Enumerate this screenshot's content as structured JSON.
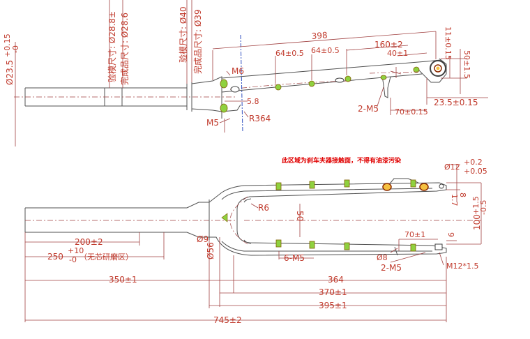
{
  "colors": {
    "dimension": "#c0392b",
    "outline": "#505050",
    "hole_fill": "#8fd13f",
    "note": "#e00000"
  },
  "top_view": {
    "steerer_dia": "Ø23.5",
    "steerer_tol_plus": "+0.15",
    "steerer_tol_minus": "-0",
    "mold_size_1": "验模尺寸: Ø28.8±",
    "finish_size_1": "完成品尺寸: Ø28.6",
    "mold_size_2": "验模尺寸: Ø40",
    "finish_size_2": "完成品尺寸: Ø39",
    "length_398": "398",
    "d_64a": "64±0.5",
    "d_64b": "64±0.5",
    "d_160": "160±2",
    "d_40": "40±1",
    "d_11": "11±0.15",
    "d_50": "50±1.5",
    "m6": "M6",
    "d_5_8": "5.8",
    "r364": "R364",
    "m5": "M5",
    "m5x2": "2-M5",
    "d_70": "70±0.15",
    "d_23_5": "23.5±0.15"
  },
  "bottom_view": {
    "note": "此区域为刹车夹器接触面，不得有油漆污染",
    "d_12": "Ø12",
    "d_12_plus": "+0.2",
    "d_12_minus": "+0.05",
    "d_1_7": "1.7",
    "d_8": "8",
    "r6": "R6",
    "d_50": "50",
    "d_100": "100",
    "d_100_plus": "+1.5",
    "d_100_minus": "-0.5",
    "d_70": "70±1",
    "d_9": "9",
    "phi_9": "Ø9",
    "phi_56": "Ø56",
    "m5x6": "6-M5",
    "phi_8": "Ø8",
    "m5x2": "2-M5",
    "m12": "M12*1.5",
    "d_200": "200±2",
    "d_250": "250",
    "d_250_plus": "+10",
    "d_250_minus": "-0",
    "d_250_note": "（无芯研磨区）",
    "d_364": "364",
    "d_350": "350±1",
    "d_370": "370±1",
    "d_395": "395±1",
    "d_745": "745±2"
  }
}
